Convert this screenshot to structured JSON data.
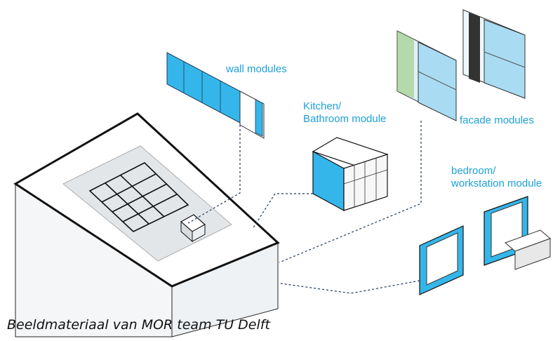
{
  "labels": {
    "wall_modules": "wall modules",
    "kitchen_bathroom_line1": "Kitchen/",
    "kitchen_bathroom_line2": "Bathroom module",
    "facade_modules": "facade modules",
    "bedroom_line1": "bedroom/",
    "bedroom_line2": "workstation module"
  },
  "caption": "Beeldmateriaal van MOR team TU Delft",
  "colors": {
    "accent_blue": "#35b6ea",
    "light_blue": "#a9dcf3",
    "label_blue": "#1ea0d8",
    "line_dark": "#1f3a57",
    "outline": "#111111",
    "green": "#8fc46a"
  }
}
